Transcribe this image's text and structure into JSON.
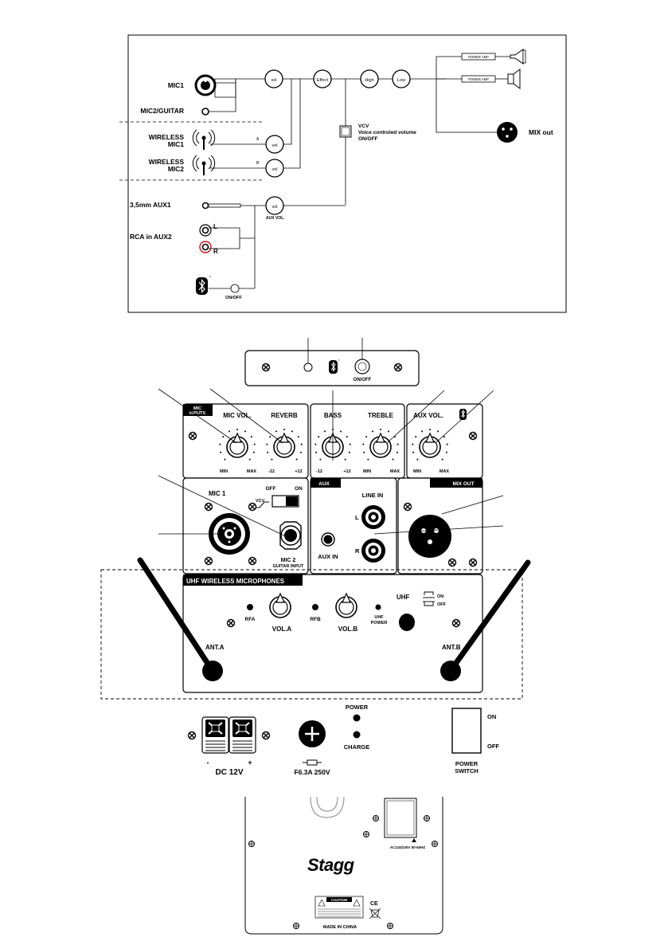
{
  "block_diagram": {
    "mic1": "MIC1",
    "mic2_guitar": "MIC2/GUITAR",
    "wireless_mic1": [
      "WIRELESS",
      "MIC1"
    ],
    "wireless_mic2": [
      "WIRELESS",
      "MIC2"
    ],
    "aux1": "3,5mm AUX1",
    "rca_aux2": "RCA in AUX2",
    "rca_l": "L",
    "rca_r": "R",
    "bt_onoff": "ON/OFF",
    "knob_vol": "vol",
    "knob_effect": "Effect",
    "knob_high": "High",
    "knob_low": "Low",
    "label_a": "A",
    "label_b": "B",
    "aux_vol": "AUX VOL.",
    "vcv": [
      "VCV",
      "Voice controled volume",
      "ON/OFF"
    ],
    "power_amp": "POWER AMP",
    "mix_out": "MIX out"
  },
  "bt_panel": {
    "onoff": "ON/OFF"
  },
  "control_panel": {
    "mic_inputs": [
      "MIC",
      "INPUTS"
    ],
    "mic_vol": "MIC VOL.",
    "reverb": "REVERB",
    "bass": "BASS",
    "treble": "TREBLE",
    "aux_vol": "AUX VOL.",
    "min": "MIN",
    "max": "MAX",
    "minus12": "-12",
    "plus12": "+12",
    "mic1": "MIC 1",
    "vcv": "VCV",
    "off": "OFF",
    "on": "ON",
    "mic2": "MIC 2",
    "guitar_input": "GUITAR INPUT",
    "aux": "AUX",
    "line_in": "LINE IN",
    "l": "L",
    "r": "R",
    "aux_in": "AUX IN",
    "mix_out": "MIX OUT"
  },
  "uhf_panel": {
    "title": "UHF WIRELESS MICROPHONES",
    "rfa": "RFA",
    "vol_a": "VOL.A",
    "rfb": "RFB",
    "vol_b": "VOL.B",
    "uhf_power": [
      "UHF",
      "POWER"
    ],
    "uhf": "UHF",
    "on": "ON",
    "off": "OFF",
    "ant_a": "ANT.A",
    "ant_b": "ANT.B"
  },
  "power_row": {
    "minus": "-",
    "plus": "+",
    "dc": "DC 12V",
    "fuse": "F6.3A 250V",
    "power": "POWER",
    "charge": "CHARGE",
    "on": "ON",
    "off": "OFF",
    "power_switch": [
      "POWER",
      "SWITCH"
    ]
  },
  "back_panel": {
    "ac_rating": "AC115/230V 50-60HZ",
    "brand": "Stagg",
    "caution": "CAUTION",
    "ce": "CE",
    "made_in": "MADE IN CHINA"
  }
}
